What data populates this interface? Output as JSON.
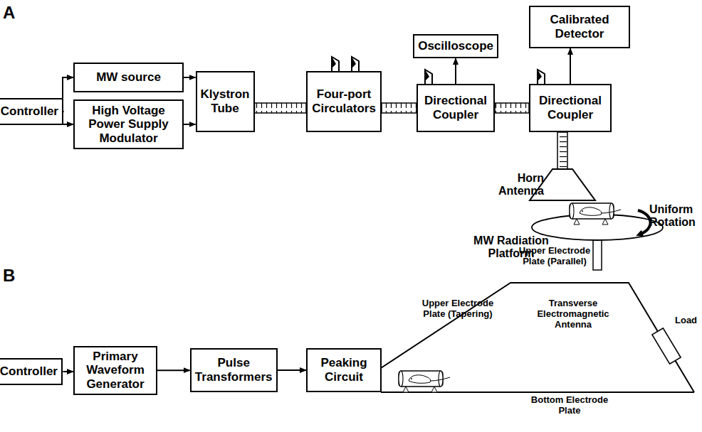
{
  "diagram": {
    "nodes": [
      {
        "text": [
          "Controller"
        ]
      },
      {
        "text": [
          "MW source"
        ]
      },
      {
        "text": [
          "High Voltage Power Supply Modulator"
        ]
      },
      {
        "text": [
          "Klystron Tube"
        ]
      },
      {
        "text": [
          "Four-port Circulators"
        ]
      },
      {
        "text": [
          "Oscilloscope"
        ]
      },
      {
        "text": [
          "Calibrated Detector"
        ]
      },
      {
        "text": [
          "Directional Coupler"
        ]
      },
      {
        "text": [
          "Directional Coupler"
        ]
      },
      {
        "text": [
          "Controller"
        ]
      },
      {
        "text": [
          "Primary Waveform Generator"
        ]
      },
      {
        "text": [
          "Pulse Transformers"
        ]
      },
      {
        "text": [
          "Peaking Circuit"
        ]
      }
    ],
    "edges": [
      {
        "from": 0,
        "to": 1,
        "arrow": "to"
      },
      {
        "from": 0,
        "to": 2,
        "arrow": "to"
      },
      {
        "from": 1,
        "to": 3,
        "arrow": "to"
      },
      {
        "from": 2,
        "to": 3,
        "arrow": "to"
      },
      {
        "from": 3,
        "to": 4,
        "arrow": "none"
      },
      {
        "from": 4,
        "to": 7,
        "arrow": "none"
      },
      {
        "from": 7,
        "to": 8,
        "arrow": "none"
      },
      {
        "from": 7,
        "to": 5,
        "arrow": "to"
      },
      {
        "from": 8,
        "to": 6,
        "arrow": "to"
      },
      {
        "from": 9,
        "to": 10,
        "arrow": "to"
      },
      {
        "from": 10,
        "to": 11,
        "arrow": "to"
      },
      {
        "from": 11,
        "to": 12,
        "arrow": "to"
      }
    ],
    "labels": [
      "A",
      "B",
      "Horn Antenna",
      "Uniform Rotation",
      "MW Radiation Platform",
      "Upper Electrode Plate (Tapering)",
      "Upper Electrode Plate (Parallel)",
      "Transverse Electromagnetic Antenna",
      "Load",
      "Bottom Electrode Plate"
    ]
  }
}
